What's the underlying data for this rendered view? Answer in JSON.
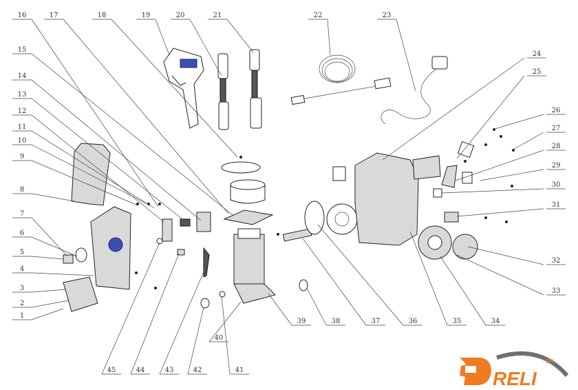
{
  "diagram": {
    "title_labels": {
      "top": [
        "16",
        "17",
        "18",
        "19",
        "20",
        "21",
        "22",
        "23"
      ],
      "left": [
        "15",
        "14",
        "13",
        "12",
        "11",
        "10",
        "9",
        "8",
        "7",
        "6",
        "5",
        "4",
        "3",
        "2",
        "1"
      ],
      "right": [
        "24",
        "25",
        "26",
        "27",
        "28",
        "29",
        "30",
        "31",
        "32",
        "33"
      ],
      "bottom": [
        "45",
        "44",
        "43",
        "42",
        "41",
        "40",
        "39",
        "38",
        "37",
        "36",
        "35",
        "34"
      ]
    }
  },
  "logo": {
    "brand": "DRELI",
    "prefix": "BY",
    "color": "#f07b22",
    "swoosh_color": "#707070"
  }
}
